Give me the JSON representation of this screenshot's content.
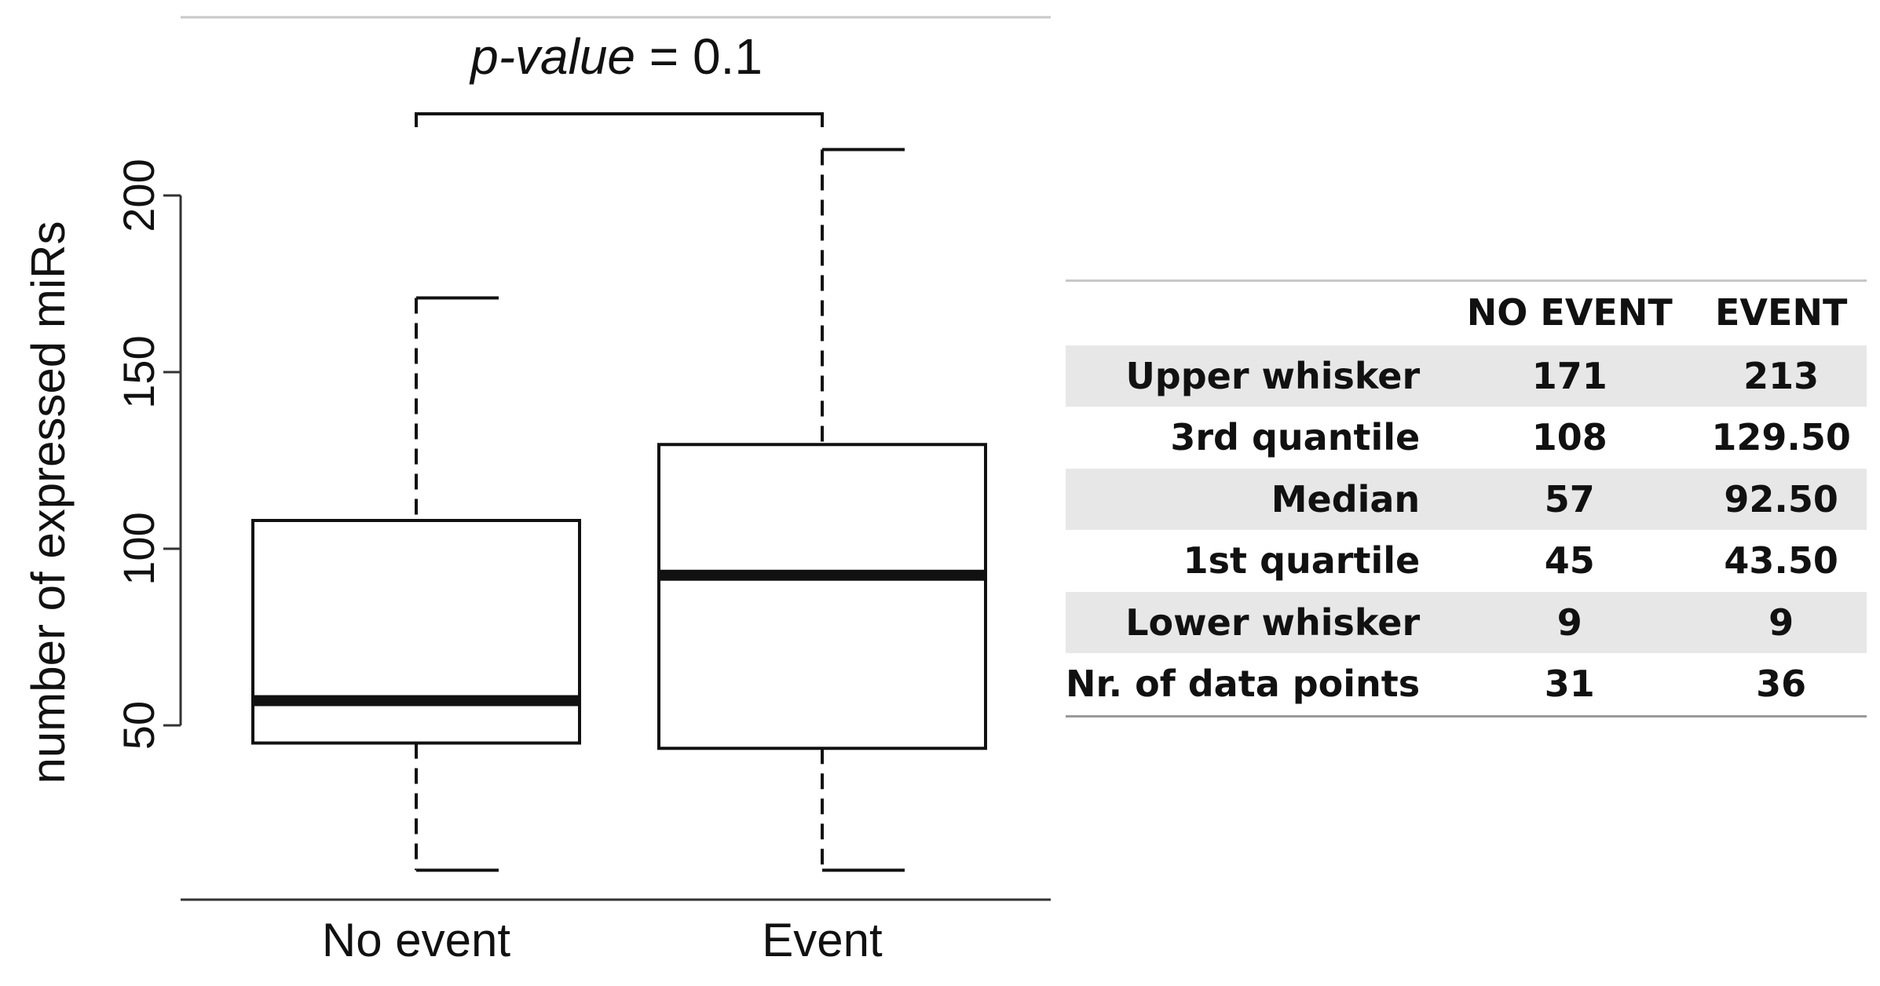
{
  "chart_data": {
    "type": "boxplot",
    "title": "",
    "ylabel": "number of expressed miRs",
    "xlabel": "",
    "ylim": [
      0,
      220
    ],
    "yticks": [
      50,
      100,
      150,
      200
    ],
    "categories": [
      "No event",
      "Event"
    ],
    "boxes": [
      {
        "category": "No event",
        "upper_whisker": 171,
        "q3": 108,
        "median": 57,
        "q1": 45,
        "lower_whisker": 9,
        "n": 31
      },
      {
        "category": "Event",
        "upper_whisker": 213,
        "q3": 129.5,
        "median": 92.5,
        "q1": 43.5,
        "lower_whisker": 9,
        "n": 36
      }
    ],
    "annotation": {
      "pvalue_label": "p-value",
      "pvalue_text": " = 0.1"
    },
    "grid": false,
    "legend": "none"
  },
  "table": {
    "headers": [
      "",
      "NO EVENT",
      "EVENT"
    ],
    "rows": [
      [
        "Upper whisker",
        "171",
        "213"
      ],
      [
        "3rd quantile",
        "108",
        "129.50"
      ],
      [
        "Median",
        "57",
        "92.50"
      ],
      [
        "1st quartile",
        "45",
        "43.50"
      ],
      [
        "Lower whisker",
        "9",
        "9"
      ],
      [
        "Nr. of data points",
        "31",
        "36"
      ]
    ]
  },
  "colors": {
    "ink": "#111111",
    "rule": "#c8c8c8",
    "row_shade": "#e7e7e7"
  }
}
